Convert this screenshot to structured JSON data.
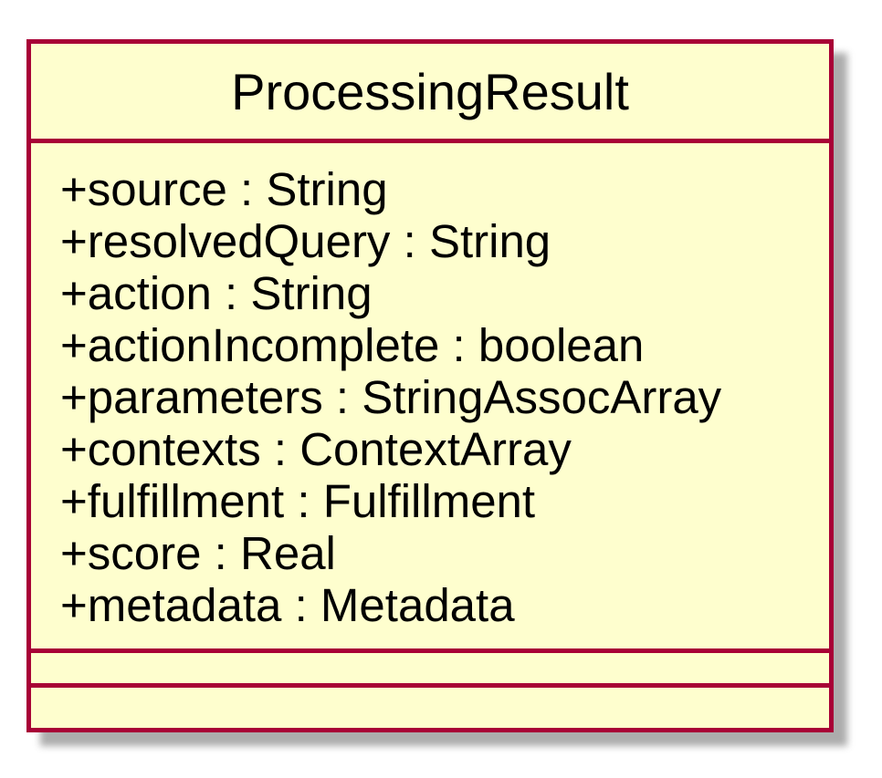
{
  "class": {
    "name": "ProcessingResult",
    "attributes": [
      "+source : String",
      "+resolvedQuery : String",
      "+action : String",
      "+actionIncomplete : boolean",
      "+parameters : StringAssocArray",
      "+contexts : ContextArray",
      "+fulfillment : Fulfillment",
      "+score : Real",
      "+metadata : Metadata"
    ],
    "methods": []
  },
  "colors": {
    "border": "#a80036",
    "fill": "#fefece",
    "shadow": "#9e9e9e",
    "text": "#000000"
  }
}
